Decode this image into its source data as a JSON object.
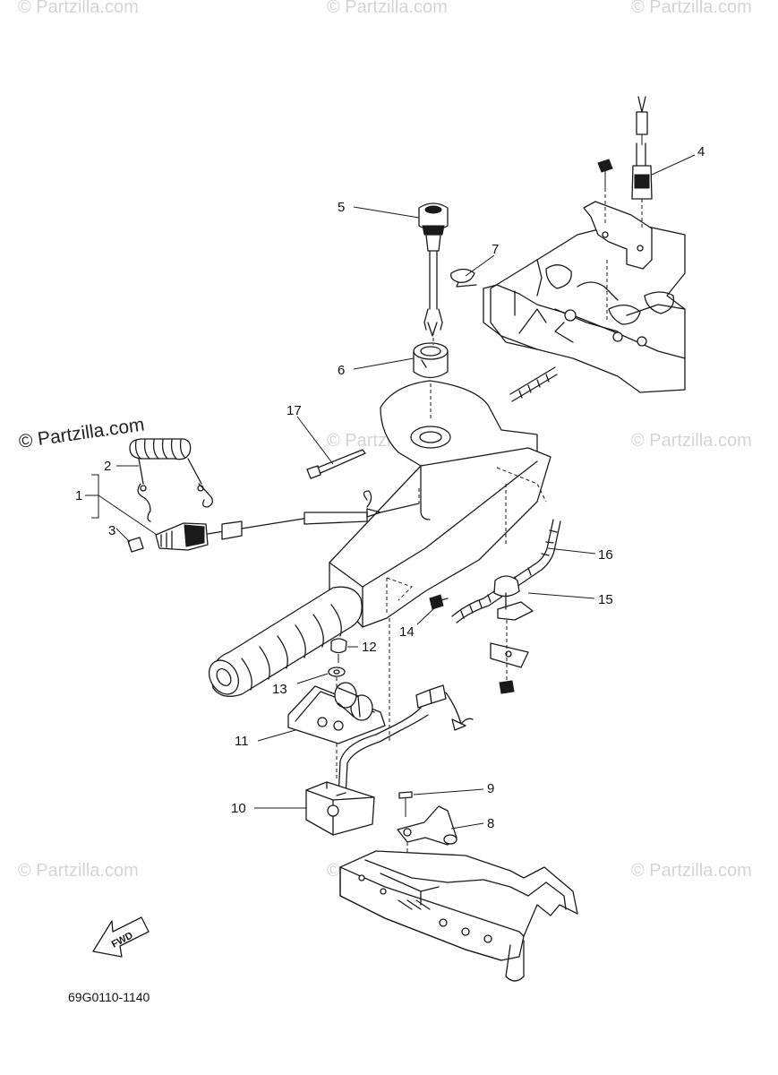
{
  "watermarks": {
    "main": "© Partzilla.com",
    "faint": "© Partzilla.com"
  },
  "labels": {
    "p1": "1",
    "p2": "2",
    "p3": "3",
    "p4": "4",
    "p5": "5",
    "p6": "6",
    "p7": "7",
    "p8": "8",
    "p9": "9",
    "p10": "10",
    "p11": "11",
    "p12": "12",
    "p13": "13",
    "p14": "14",
    "p15": "15",
    "p16": "16",
    "p17": "17"
  },
  "fwd_label": "FWD",
  "diagram_code": "69G0110-1140"
}
